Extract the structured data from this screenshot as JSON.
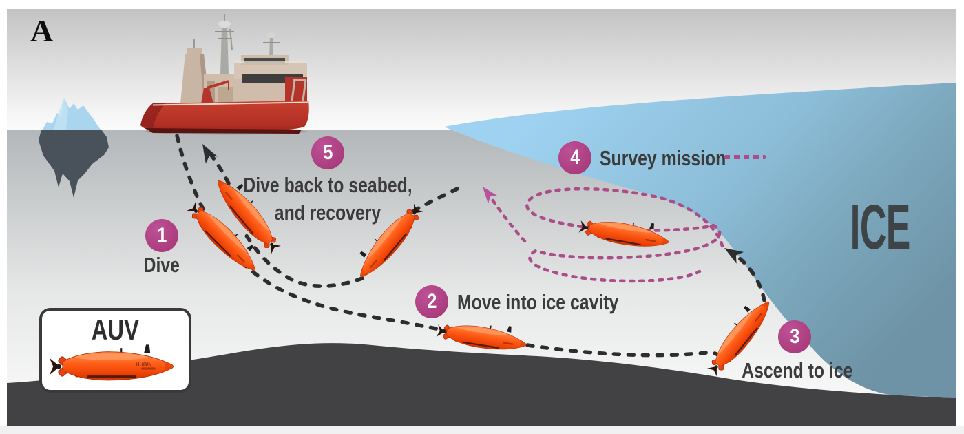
{
  "panel": {
    "label": "A"
  },
  "legend": {
    "title": "AUV",
    "model": "HUGIN"
  },
  "environment": {
    "ice_label": "ICE"
  },
  "steps": [
    {
      "number": "1",
      "label": "Dive"
    },
    {
      "number": "2",
      "label": "Move into ice cavity"
    },
    {
      "number": "3",
      "label": "Ascend to ice"
    },
    {
      "number": "4",
      "label": "Survey mission"
    },
    {
      "number": "5",
      "label": "Dive back to seabed,",
      "label_line2": "and recovery"
    }
  ],
  "colors": {
    "badge": "#b24483",
    "survey_path": "#ab4d89",
    "mission_path": "#2d2d2d",
    "auv_orange": "#ff5a14",
    "ice_top": "#9ed2f0",
    "ice_bottom": "#6e93a6",
    "seabed": "#424244",
    "ship_hull": "#c43a2e",
    "ship_superstructure": "#cfbcab"
  }
}
